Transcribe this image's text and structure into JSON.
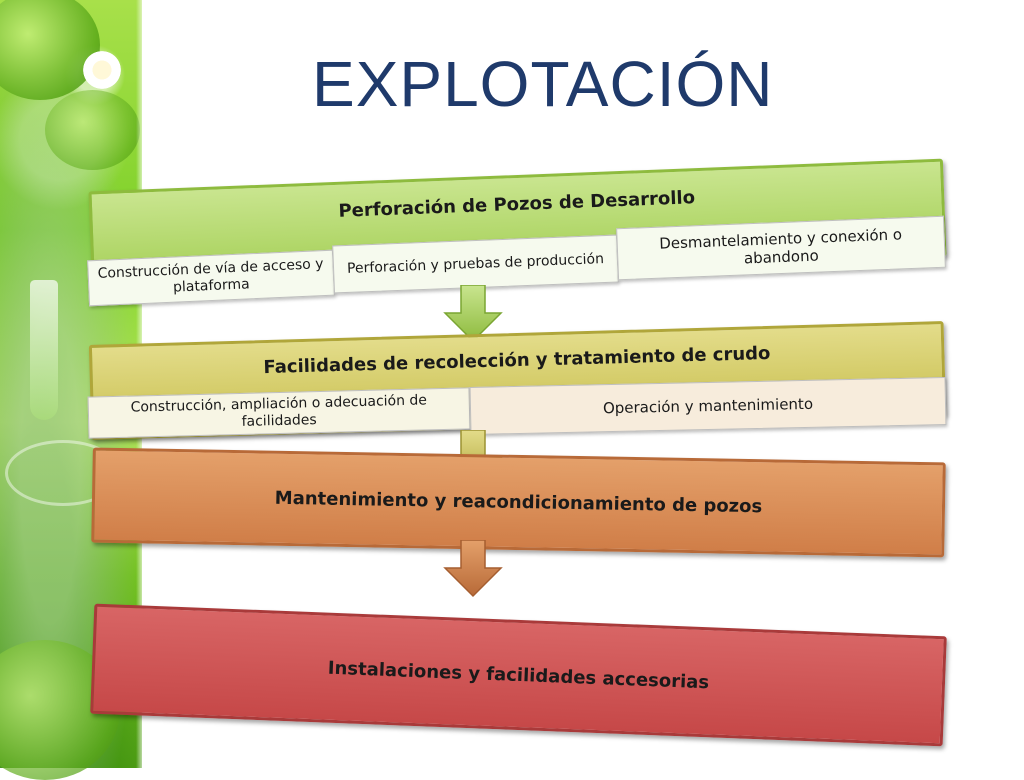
{
  "title": "EXPLOTACIÓN",
  "colors": {
    "title": "#1f3a6b",
    "band_1": "#a4cf55",
    "band_2": "#c8bf4e",
    "band_3": "#d07e48",
    "band_4": "#c64848"
  },
  "diagram": {
    "stages": [
      {
        "label": "Perforación de Pozos de Desarrollo",
        "items": [
          "Construcción de vía de acceso y plataforma",
          "Perforación y pruebas de producción",
          "Desmantelamiento y conexión o abandono"
        ]
      },
      {
        "label": "Facilidades de recolección y tratamiento de crudo",
        "items": [
          "Construcción, ampliación o adecuación de facilidades",
          "Operación y mantenimiento"
        ]
      },
      {
        "label": "Mantenimiento y reacondicionamiento de pozos",
        "items": []
      },
      {
        "label": "Instalaciones y facilidades accesorias",
        "items": []
      }
    ]
  }
}
